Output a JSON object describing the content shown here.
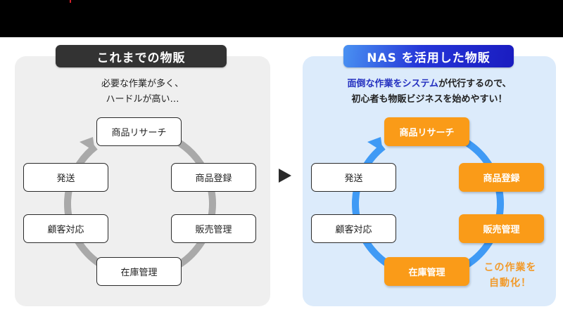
{
  "colors": {
    "left_panel_bg": "#efefef",
    "right_panel_bg": "#dcebfb",
    "left_ring": "#a9a9a9",
    "right_ring": "#3f9af5",
    "automated_box": "#fa9b18",
    "highlight_text": "#2430c0",
    "automate_label": "#f29a2a"
  },
  "left": {
    "title": "これまでの物販",
    "subtitle_line1": "必要な作業が多く、",
    "subtitle_line2": "ハードルが高い…",
    "steps": [
      {
        "label": "商品リサーチ",
        "automated": false
      },
      {
        "label": "商品登録",
        "automated": false
      },
      {
        "label": "販売管理",
        "automated": false
      },
      {
        "label": "在庫管理",
        "automated": false
      },
      {
        "label": "顧客対応",
        "automated": false
      },
      {
        "label": "発送",
        "automated": false
      }
    ]
  },
  "right": {
    "title": "NAS を活用した物販",
    "subtitle_highlight": "面倒な作業をシステム",
    "subtitle_rest1": "が代行するので、",
    "subtitle_line2": "初心者も物販ビジネスを始めやすい！",
    "steps": [
      {
        "label": "商品リサーチ",
        "automated": true
      },
      {
        "label": "商品登録",
        "automated": true
      },
      {
        "label": "販売管理",
        "automated": true
      },
      {
        "label": "在庫管理",
        "automated": true
      },
      {
        "label": "顧客対応",
        "automated": false
      },
      {
        "label": "発送",
        "automated": false
      }
    ],
    "automate_line1": "この作業を",
    "automate_line2": "自動化！"
  },
  "icons": {
    "transition_arrow": "right-triangle",
    "cycle_arrow": "circular-arrow"
  }
}
